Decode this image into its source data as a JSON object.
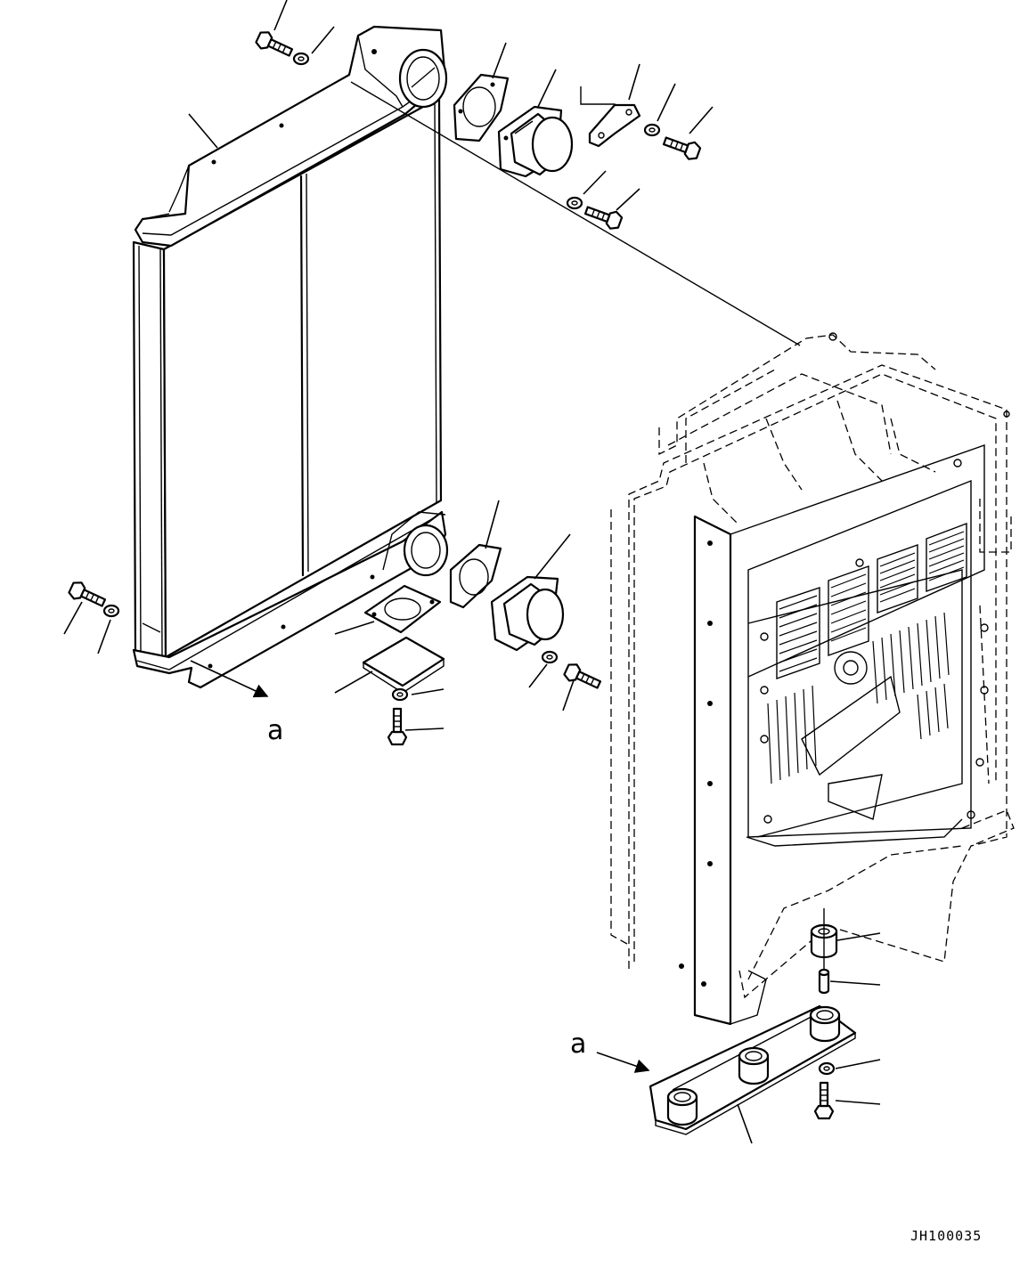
{
  "diagram": {
    "view_label_a": "a",
    "view_label_a_2": "a",
    "drawing_code": "JH100035"
  }
}
